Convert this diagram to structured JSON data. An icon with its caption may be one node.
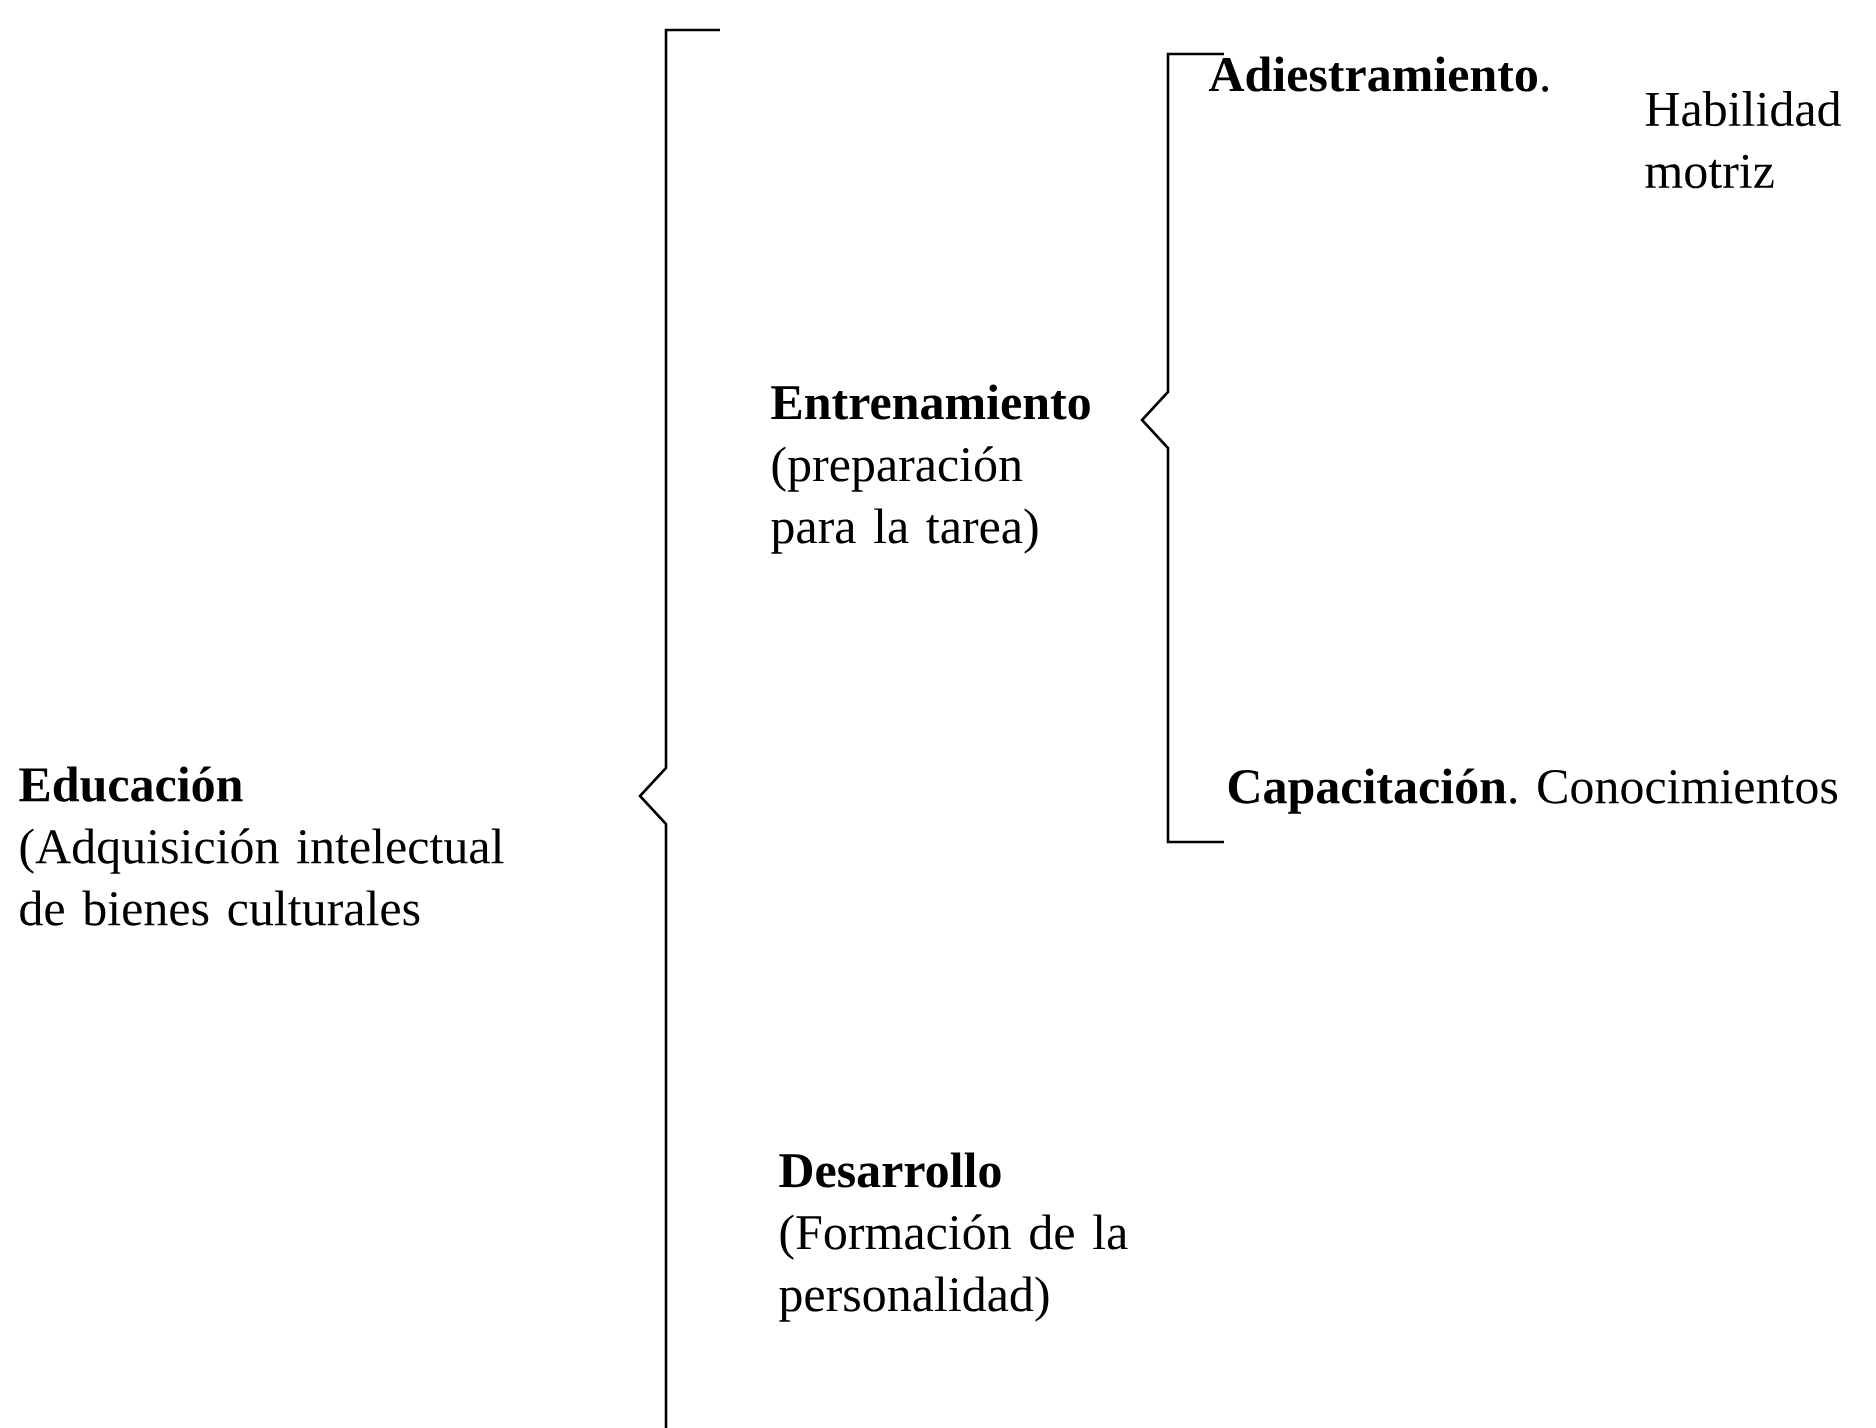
{
  "diagram": {
    "nodes": [
      {
        "text": [
          "Educación",
          "(Adquisición intelectual de bienes culturales"
        ]
      },
      {
        "text": [
          "Entrenamiento",
          "(preparación para la tarea)"
        ]
      },
      {
        "text": [
          "Desarrollo",
          "(Formación de la personalidad)"
        ]
      },
      {
        "text": [
          "**Adiestramiento**.",
          "Habilidad motriz"
        ]
      },
      {
        "text": [
          "**Capacitación**. Conocimientos"
        ]
      }
    ]
  }
}
